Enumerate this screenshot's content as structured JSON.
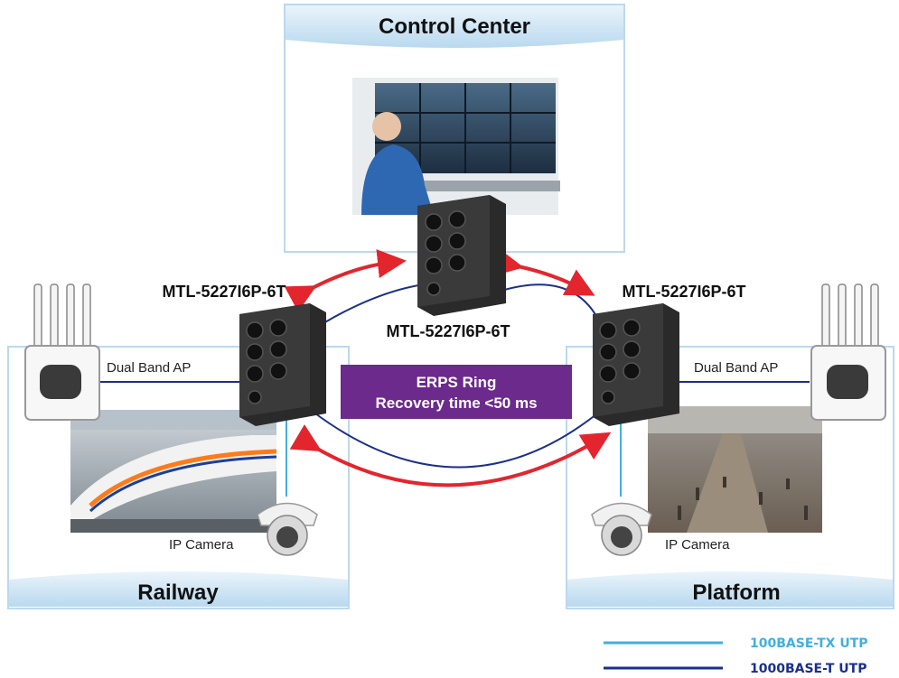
{
  "zones": {
    "control": "Control Center",
    "railway": "Railway",
    "platform": "Platform"
  },
  "switches": {
    "left": "MTL-5227I6P-6T",
    "center": "MTL-5227I6P-6T",
    "right": "MTL-5227I6P-6T"
  },
  "devices": {
    "ap_left": "Dual Band AP",
    "ap_right": "Dual Band AP",
    "cam_left": "IP Camera",
    "cam_right": "IP Camera"
  },
  "ring": {
    "line1": "ERPS Ring",
    "line2": "Recovery time <50 ms",
    "color": "#6b2a8c"
  },
  "legend": {
    "tx": {
      "label": "100BASE-TX UTP",
      "color": "#3fb0e0"
    },
    "t": {
      "label": "1000BASE-T UTP",
      "color": "#1a2f8a"
    }
  },
  "colors": {
    "arrow": "#e3252e",
    "zone_header": "#cfe6f5",
    "zone_border": "#bcd8ee"
  }
}
